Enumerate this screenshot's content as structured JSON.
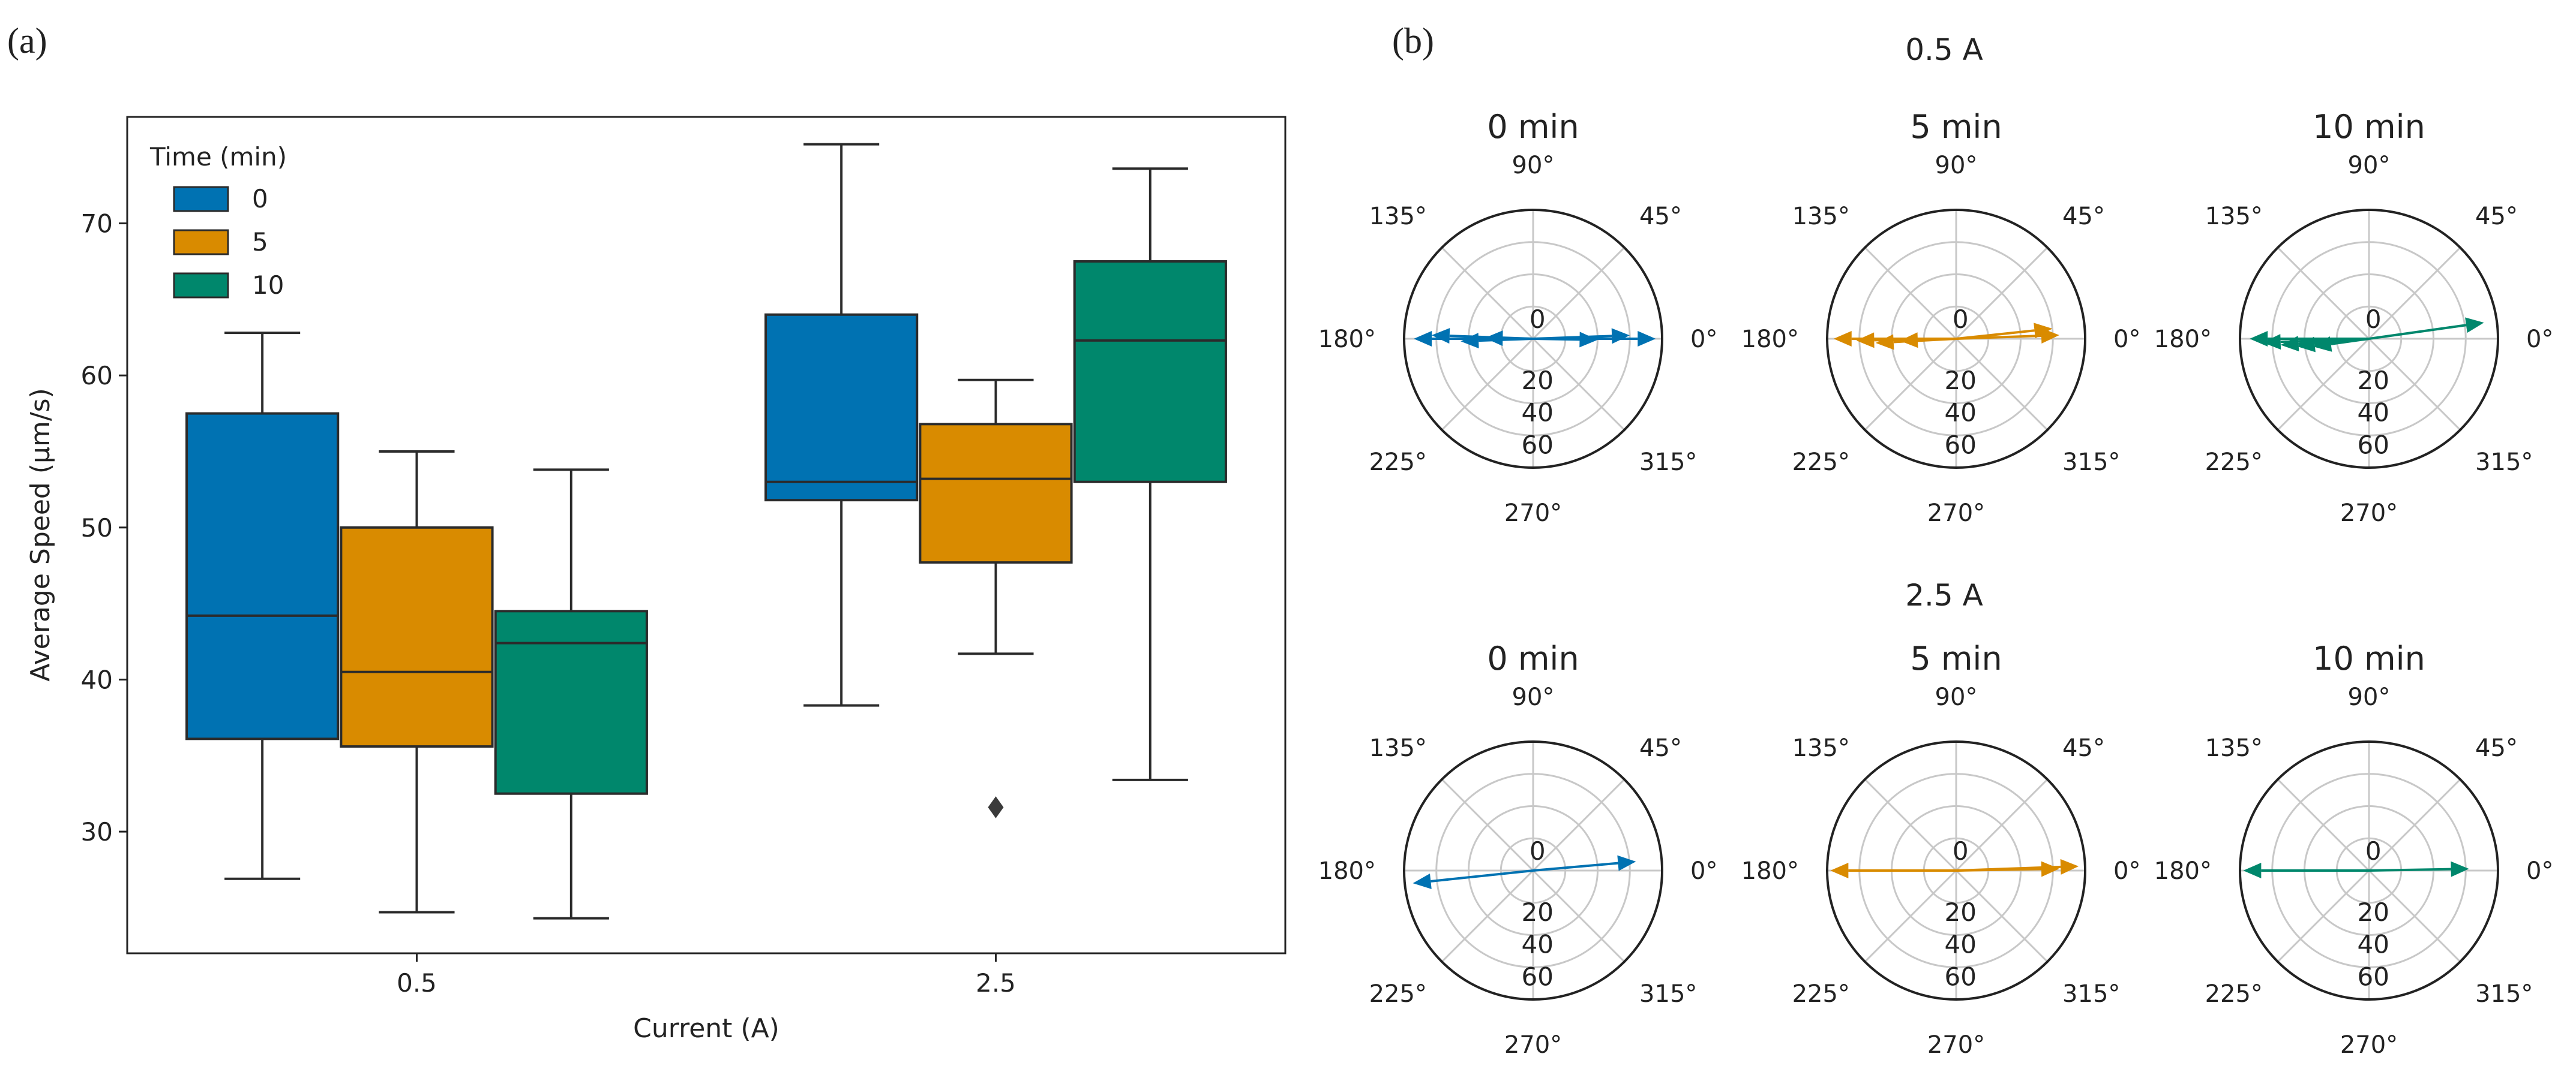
{
  "panel_labels": {
    "a": "(a)",
    "b": "(b)"
  },
  "colors": {
    "0": "#0072b2",
    "5": "#d98b00",
    "10": "#00876c",
    "edge": "#2b2b2b",
    "grid": "#c8c8c8"
  },
  "chart_data": [
    {
      "type": "box",
      "xlabel": "Current (A)",
      "ylabel": "Average Speed (µm/s)",
      "ylim": [
        22,
        77
      ],
      "yticks": [
        30,
        40,
        50,
        60,
        70
      ],
      "categories": [
        "0.5",
        "2.5"
      ],
      "legend": {
        "title": "Time (min)",
        "position": "top-left",
        "entries": [
          "0",
          "5",
          "10"
        ]
      },
      "series": [
        {
          "name": "0",
          "color_key": "0",
          "boxes": [
            {
              "min": 26.9,
              "q1": 36.1,
              "median": 44.2,
              "q3": 57.5,
              "max": 62.8,
              "outliers": []
            },
            {
              "min": 38.3,
              "q1": 51.8,
              "median": 53.0,
              "q3": 64.0,
              "max": 75.2,
              "outliers": []
            }
          ]
        },
        {
          "name": "5",
          "color_key": "5",
          "boxes": [
            {
              "min": 24.7,
              "q1": 35.6,
              "median": 40.5,
              "q3": 50.0,
              "max": 55.0,
              "outliers": []
            },
            {
              "min": 41.7,
              "q1": 47.7,
              "median": 53.2,
              "q3": 56.8,
              "max": 59.7,
              "outliers": [
                31.6
              ]
            }
          ]
        },
        {
          "name": "10",
          "color_key": "10",
          "boxes": [
            {
              "min": 24.3,
              "q1": 32.5,
              "median": 42.4,
              "q3": 44.5,
              "max": 53.8,
              "outliers": []
            },
            {
              "min": 33.4,
              "q1": 53.0,
              "median": 62.3,
              "q3": 67.5,
              "max": 73.6,
              "outliers": []
            }
          ]
        }
      ]
    },
    {
      "type": "polar",
      "group_title": "0.5 A",
      "angle_labels": [
        "0°",
        "45°",
        "90°",
        "135°",
        "180°",
        "225°",
        "270°",
        "315°"
      ],
      "radial_ticks": [
        "0",
        "20",
        "40",
        "60"
      ],
      "rmax": 80,
      "plots": [
        {
          "title": "0 min",
          "color_key": "0",
          "vectors": [
            {
              "angle": 0,
              "length": 76
            },
            {
              "angle": 2,
              "length": 60
            },
            {
              "angle": -1,
              "length": 40
            },
            {
              "angle": 180,
              "length": 74
            },
            {
              "angle": 178,
              "length": 63
            },
            {
              "angle": 182,
              "length": 45
            },
            {
              "angle": 179,
              "length": 30
            }
          ]
        },
        {
          "title": "5 min",
          "color_key": "5",
          "vectors": [
            {
              "angle": 2,
              "length": 64
            },
            {
              "angle": 6,
              "length": 60
            },
            {
              "angle": 180,
              "length": 76
            },
            {
              "angle": 181,
              "length": 62
            },
            {
              "angle": 183,
              "length": 50
            },
            {
              "angle": 182,
              "length": 35
            }
          ]
        },
        {
          "title": "10 min",
          "color_key": "10",
          "vectors": [
            {
              "angle": 8,
              "length": 72
            },
            {
              "angle": 180,
              "length": 74
            },
            {
              "angle": 182,
              "length": 66
            },
            {
              "angle": 184,
              "length": 55
            },
            {
              "angle": 186,
              "length": 45
            },
            {
              "angle": 188,
              "length": 35
            }
          ]
        }
      ]
    },
    {
      "type": "polar",
      "group_title": "2.5 A",
      "angle_labels": [
        "0°",
        "45°",
        "90°",
        "135°",
        "180°",
        "225°",
        "270°",
        "315°"
      ],
      "radial_ticks": [
        "0",
        "20",
        "40",
        "60"
      ],
      "rmax": 80,
      "plots": [
        {
          "title": "0 min",
          "color_key": "0",
          "vectors": [
            {
              "angle": 5,
              "length": 64
            },
            {
              "angle": 186,
              "length": 75
            }
          ]
        },
        {
          "title": "5 min",
          "color_key": "5",
          "vectors": [
            {
              "angle": 2,
              "length": 76
            },
            {
              "angle": 1,
              "length": 64
            },
            {
              "angle": 180,
              "length": 78
            }
          ]
        },
        {
          "title": "10 min",
          "color_key": "10",
          "vectors": [
            {
              "angle": 1,
              "length": 62
            },
            {
              "angle": 180,
              "length": 78
            }
          ]
        }
      ]
    }
  ]
}
